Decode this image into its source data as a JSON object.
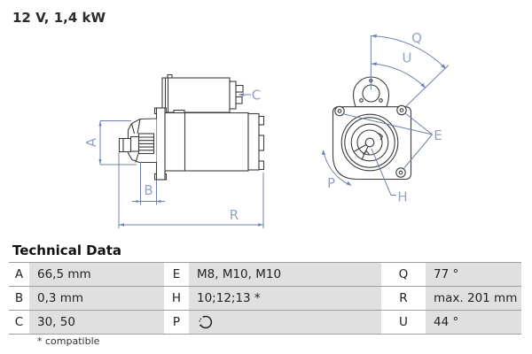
{
  "header": {
    "spec": "12 V, 1,4 kW"
  },
  "diagram": {
    "drawing_color": "#3d3d3d",
    "dimension_line_color": "#7083ac",
    "dimension_label_color": "#96a3c5",
    "labels": {
      "A": "A",
      "B": "B",
      "C": "C",
      "R": "R",
      "Q": "Q",
      "U": "U",
      "E": "E",
      "H": "H",
      "P": "P"
    }
  },
  "table": {
    "title": "Technical Data",
    "footnote": "* compatible",
    "rows": [
      {
        "cells": [
          {
            "k": "A",
            "v": "66,5 mm"
          },
          {
            "k": "E",
            "v": "M8, M10, M10"
          },
          {
            "k": "Q",
            "v": "77 °"
          }
        ]
      },
      {
        "cells": [
          {
            "k": "B",
            "v": "0,3 mm"
          },
          {
            "k": "H",
            "v": "10;12;13 *"
          },
          {
            "k": "R",
            "v": "max. 201 mm"
          }
        ]
      },
      {
        "cells": [
          {
            "k": "C",
            "v": "30, 50"
          },
          {
            "k": "P",
            "v": "",
            "icon": "rotation-direction"
          },
          {
            "k": "U",
            "v": "44 °"
          }
        ]
      }
    ]
  }
}
